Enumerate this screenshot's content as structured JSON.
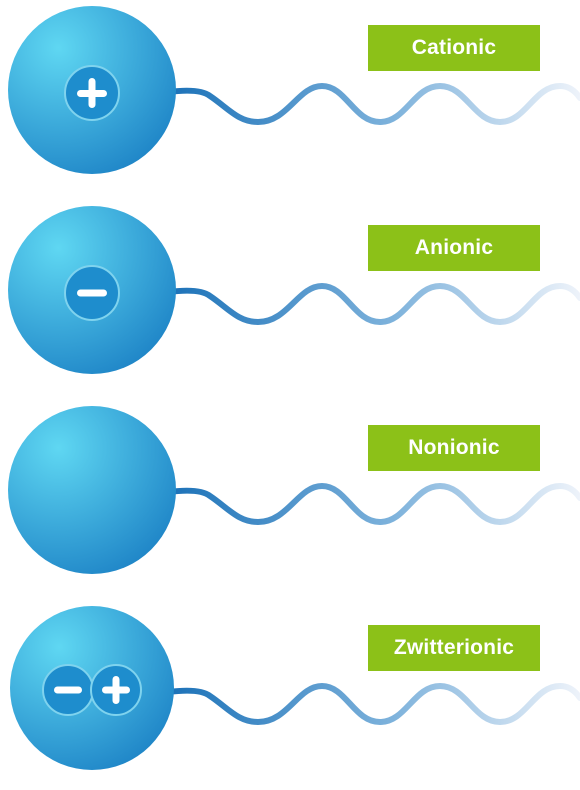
{
  "colors": {
    "head_light": "#5fd7f2",
    "head_dark": "#1a7fc4",
    "tail_dark": "#1c72b8",
    "tail_light": "#dde8f4",
    "label_bg": "#8cc118",
    "label_text": "#ffffff"
  },
  "surfactants": [
    {
      "label": "Cationic",
      "head_symbols": [
        "plus-icon"
      ]
    },
    {
      "label": "Anionic",
      "head_symbols": [
        "minus-icon"
      ]
    },
    {
      "label": "Nonionic",
      "head_symbols": []
    },
    {
      "label": "Zwitterionic",
      "head_symbols": [
        "minus-icon",
        "plus-icon"
      ]
    }
  ]
}
